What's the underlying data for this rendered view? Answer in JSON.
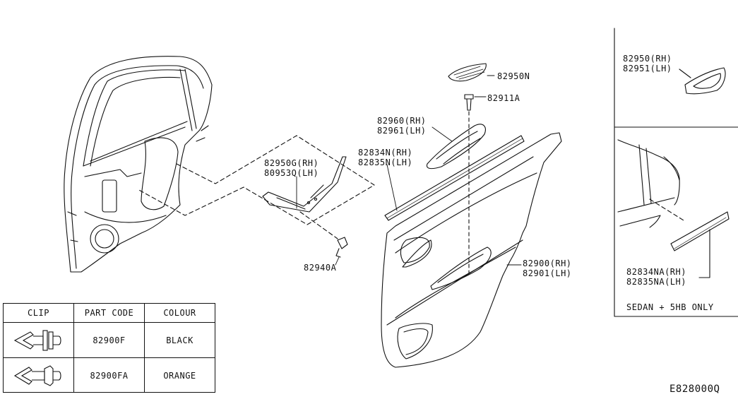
{
  "labels": {
    "p82950N": "82950N",
    "p82911A": "82911A",
    "p82960": "82960(RH)",
    "p82961": "82961(LH)",
    "p82834N": "82834N(RH)",
    "p82835N": "82835N(LH)",
    "p82950G": "82950G(RH)",
    "p80953Q": "80953Q(LH)",
    "p82940A": "82940A",
    "p82900": "82900(RH)",
    "p82901": "82901(LH)",
    "inset1_rh": "82950(RH)",
    "inset1_lh": "82951(LH)",
    "inset2_rh": "82834NA(RH)",
    "inset2_lh": "82835NA(LH)",
    "inset2_note": "SEDAN + 5HB ONLY",
    "diagram_code": "E828000Q"
  },
  "clip_table": {
    "headers": [
      "CLIP",
      "PART CODE",
      "COLOUR"
    ],
    "rows": [
      {
        "part_code": "82900F",
        "colour": "BLACK"
      },
      {
        "part_code": "82900FA",
        "colour": "ORANGE"
      }
    ]
  }
}
